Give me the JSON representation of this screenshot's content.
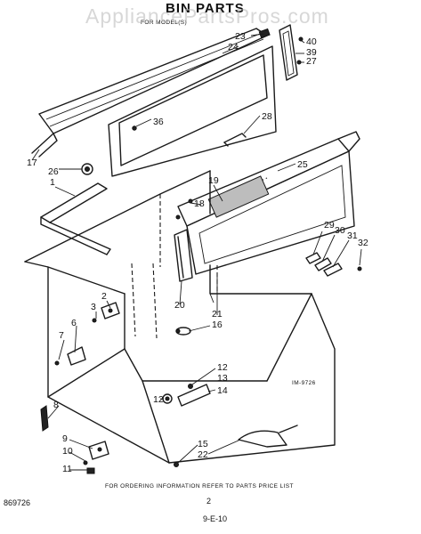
{
  "title": "BIN PARTS",
  "model_line": "FOR MODEL(S)",
  "watermark": "AppliancePartsPros.com",
  "footer_note": "FOR ORDERING INFORMATION REFER TO PARTS PRICE LIST",
  "page_number": "2",
  "date_note": "9-E-10",
  "figure_code": "IM-9726",
  "doc_code": "869726",
  "callouts": [
    "1",
    "2",
    "3",
    "6",
    "7",
    "8",
    "9",
    "10",
    "11",
    "12",
    "12",
    "13",
    "14",
    "15",
    "16",
    "17",
    "18",
    "19",
    "20",
    "21",
    "22",
    "23",
    "24",
    "25",
    "26",
    "27",
    "28",
    "29",
    "30",
    "31",
    "32",
    "36",
    "39",
    "40"
  ]
}
